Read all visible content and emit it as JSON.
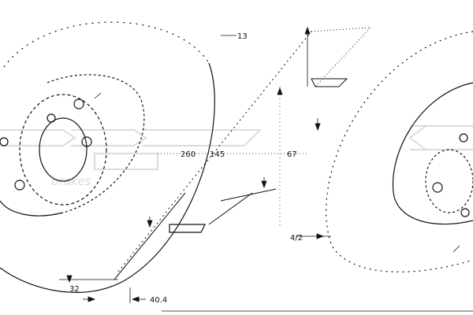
{
  "labels": {
    "dim_top": "13",
    "dim_260": "260",
    "dim_145": "145",
    "dim_67": "67",
    "dim_bottom_left": "32",
    "dim_bottom_right": "40.4",
    "dim_right": "4/2"
  },
  "brand": {
    "word": "brakes"
  },
  "colors": {
    "line": "#111111",
    "watermark": "#dcdcdc"
  }
}
